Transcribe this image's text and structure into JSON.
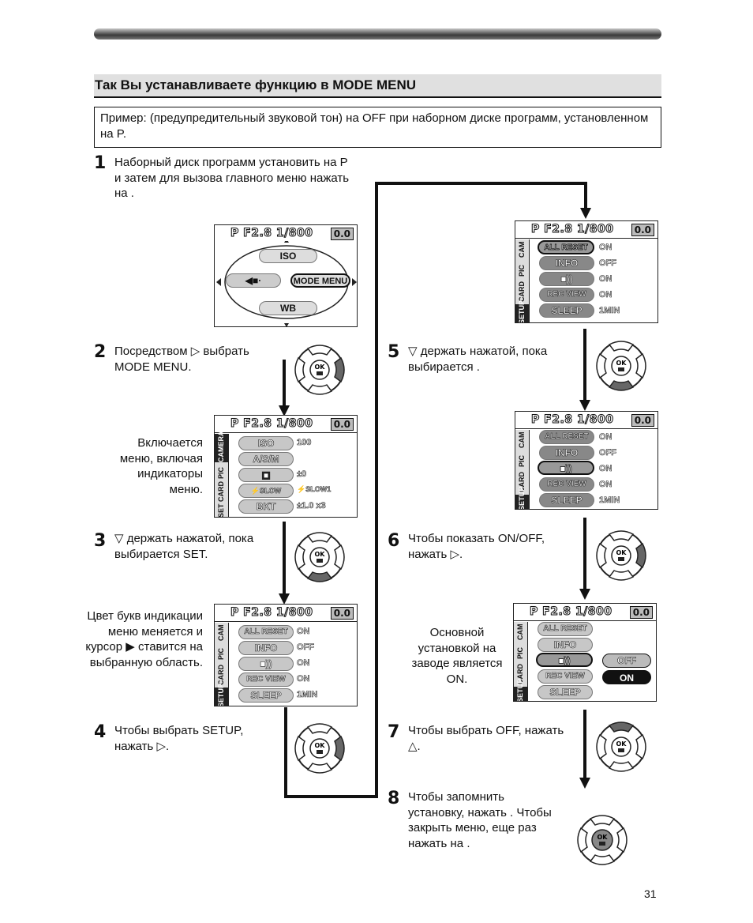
{
  "title": "Так Вы устанавливаете функцию в MODE MENU",
  "example": "Пример:   (предупредительный звуковой тон) на OFF при наборном диске программ, установленном на P.",
  "steps": {
    "s1": {
      "num": "1",
      "text": "Наборный диск программ установить на P и затем для вызова главного меню нажать на  ."
    },
    "s2": {
      "num": "2",
      "text": "Посредством ▷ выбрать MODE MENU."
    },
    "s2b": {
      "text": "Включается меню, включая индикаторы меню."
    },
    "s3": {
      "num": "3",
      "text": "▽ держать нажатой, пока выбирается SET."
    },
    "s3b": {
      "text": "Цвет букв индикации меню меняется и курсор ▶ ставится на выбранную область."
    },
    "s4": {
      "num": "4",
      "text": "Чтобы выбрать SETUP, нажать ▷."
    },
    "s5": {
      "num": "5",
      "text": "▽ держать нажатой, пока выбирается  ."
    },
    "s6": {
      "num": "6",
      "text": "Чтобы показать ON/OFF, нажать ▷."
    },
    "s6b": {
      "text": "Основной установкой на заводе является ON."
    },
    "s7": {
      "num": "7",
      "text": "Чтобы выбрать OFF, нажать △."
    },
    "s8": {
      "num": "8",
      "text": "Чтобы запомнить установку, нажать  . Чтобы закрыть меню, еще раз нажать на  ."
    }
  },
  "screen": {
    "pfs": "P F2.8 1/800",
    "ev": "0.0"
  },
  "top_menu": {
    "iso": "ISO",
    "wb": "WB",
    "mode": "MODE MENU",
    "left": "◀■·"
  },
  "camera_menu": {
    "tabs": [
      "CAMERA",
      "PIC",
      "CARD",
      "SET"
    ],
    "items": [
      "ISO",
      "A/S/M",
      "▣",
      "⚡SLOW",
      "BKT"
    ],
    "values": [
      "100",
      "±0",
      "⚡SLOW1",
      "±1.0 x3"
    ]
  },
  "setup_menu": {
    "tabs": [
      "CAM",
      "PIC",
      "CARD",
      "SETUP"
    ],
    "items": [
      "ALL RESET",
      "INFO",
      "■))",
      "REC VIEW",
      "SLEEP"
    ],
    "values": [
      "ON",
      "OFF",
      "ON",
      "ON",
      "1MIN"
    ]
  },
  "onoff": {
    "off": "OFF",
    "on": "ON"
  },
  "dpad": {
    "ok": "OK"
  },
  "page_number": "31"
}
